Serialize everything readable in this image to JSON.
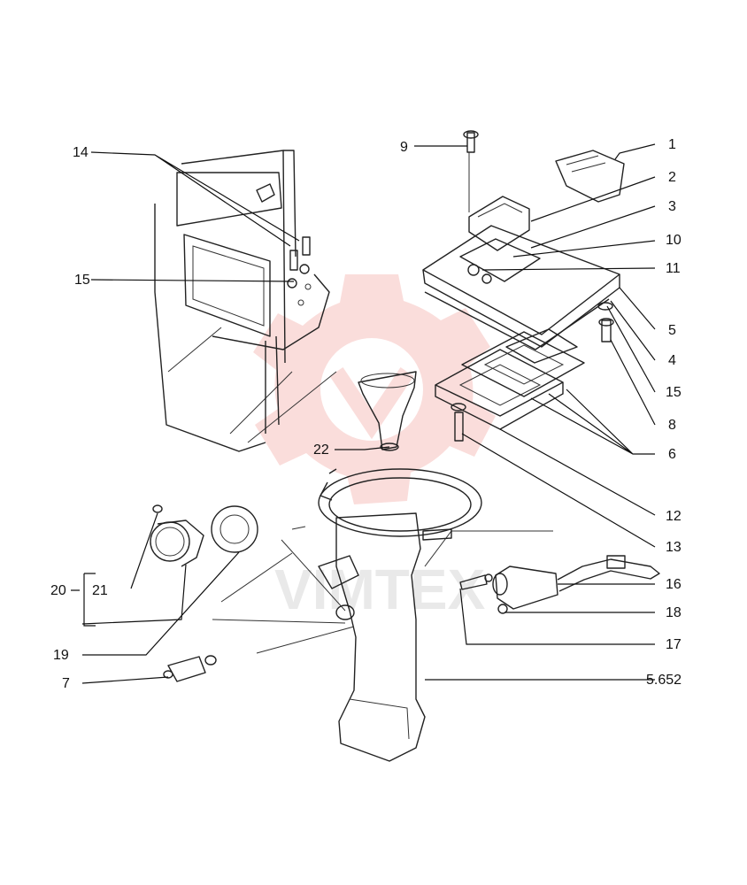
{
  "diagram": {
    "callouts": [
      {
        "id": "1",
        "text": "1"
      },
      {
        "id": "2",
        "text": "2"
      },
      {
        "id": "3",
        "text": "3"
      },
      {
        "id": "10",
        "text": "10"
      },
      {
        "id": "11",
        "text": "11"
      },
      {
        "id": "5",
        "text": "5"
      },
      {
        "id": "4",
        "text": "4"
      },
      {
        "id": "15r",
        "text": "15"
      },
      {
        "id": "8",
        "text": "8"
      },
      {
        "id": "6",
        "text": "6"
      },
      {
        "id": "12",
        "text": "12"
      },
      {
        "id": "13",
        "text": "13"
      },
      {
        "id": "16",
        "text": "16"
      },
      {
        "id": "18",
        "text": "18"
      },
      {
        "id": "17",
        "text": "17"
      },
      {
        "id": "5652",
        "text": "5.652"
      },
      {
        "id": "9",
        "text": "9"
      },
      {
        "id": "14",
        "text": "14"
      },
      {
        "id": "15l",
        "text": "15"
      },
      {
        "id": "22",
        "text": "22"
      },
      {
        "id": "20",
        "text": "20"
      },
      {
        "id": "21",
        "text": "21"
      },
      {
        "id": "19",
        "text": "19"
      },
      {
        "id": "7",
        "text": "7"
      }
    ],
    "watermark": {
      "text": "VIMTEX",
      "color": "#e8463c"
    }
  }
}
